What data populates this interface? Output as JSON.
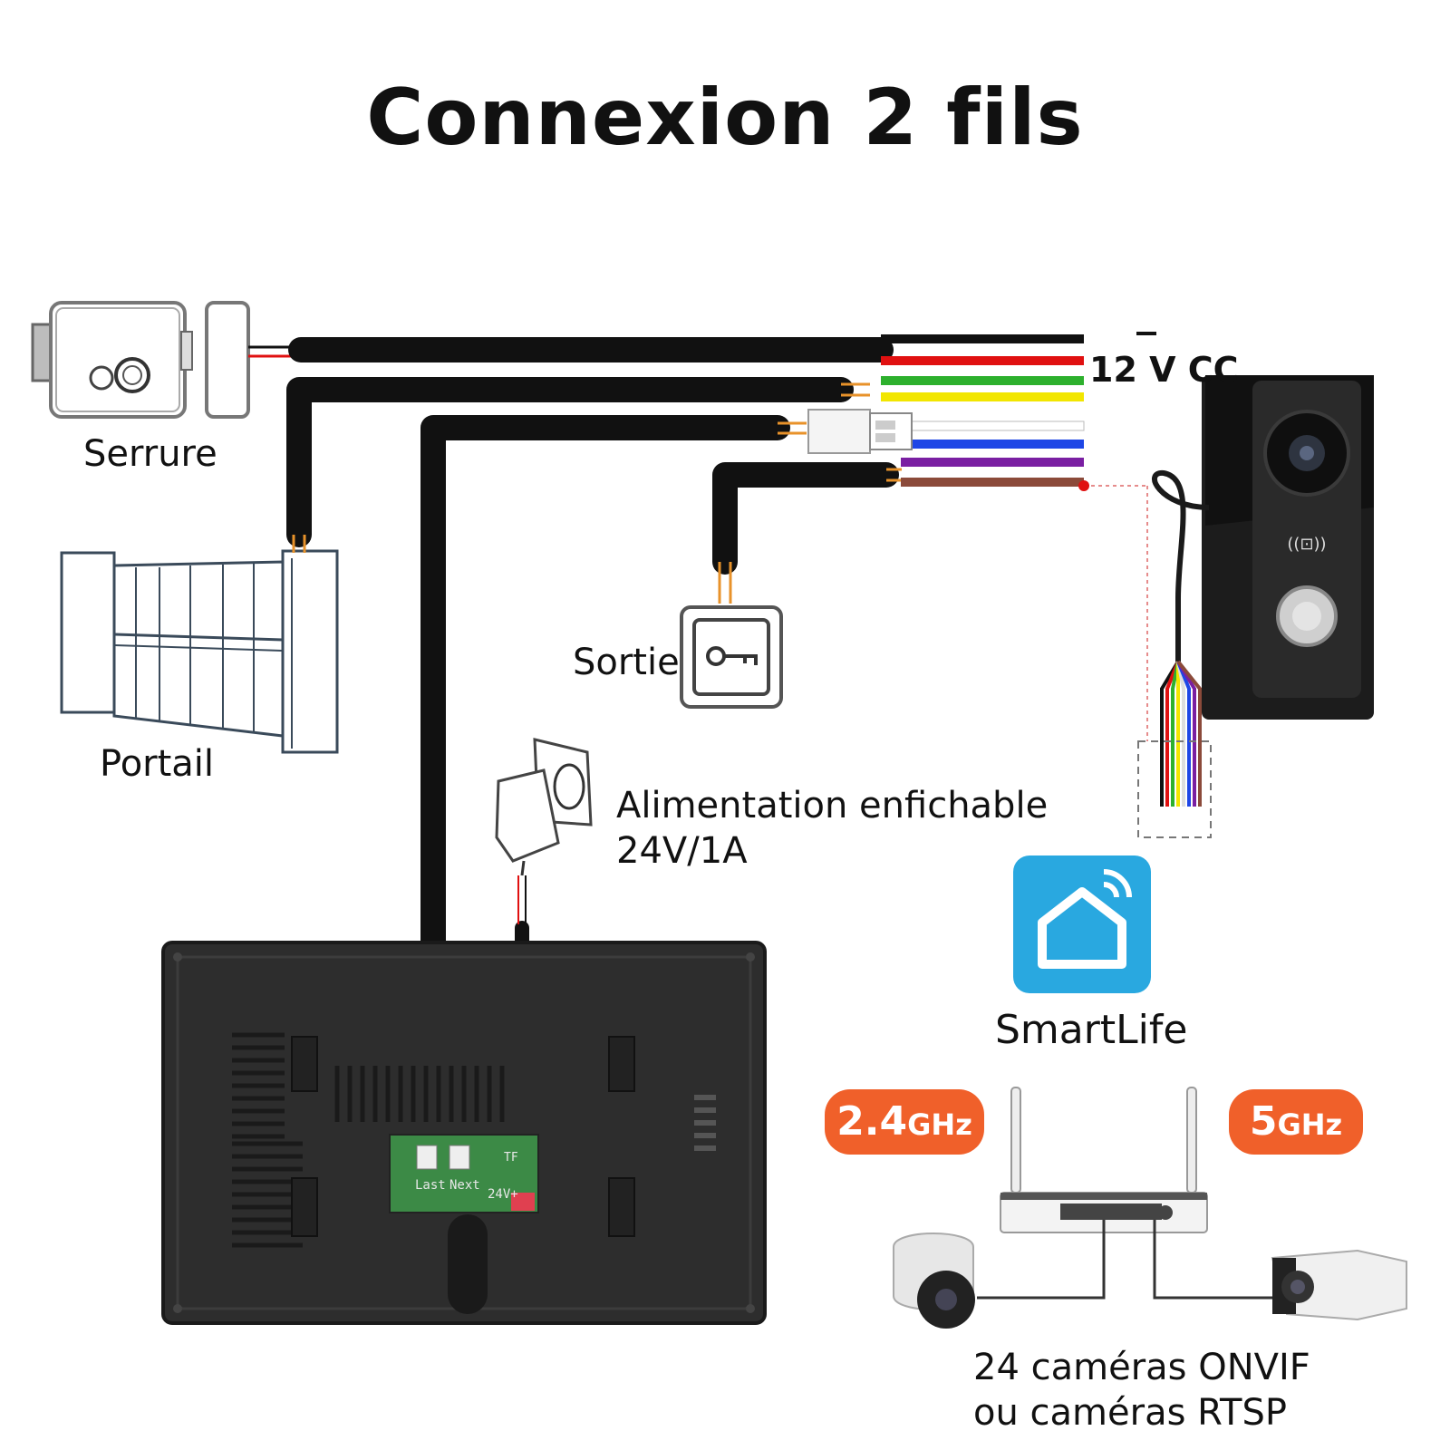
{
  "title": "Connexion 2 fils",
  "labels": {
    "serrure": "Serrure",
    "portail": "Portail",
    "sortie": "Sortie",
    "power_line1": "Alimentation enfichable",
    "power_line2": "24V/1A",
    "smartlife": "SmartLife",
    "cameras_line1": "24 caméras ONVIF",
    "cameras_line2": "ou caméras RTSP"
  },
  "voltage": {
    "value": "12 V CC"
  },
  "wifi_bands": [
    {
      "number": "2.4",
      "unit": "GHz"
    },
    {
      "number": "5",
      "unit": "GHz"
    }
  ],
  "monitor_board": {
    "last": "Last",
    "next": "Next",
    "power": "24V+",
    "tf": "TF"
  },
  "wire_colors": [
    "#111111",
    "#e01010",
    "#2db02d",
    "#f2e600",
    "#ffffff",
    "#1e46e6",
    "#7a1fa2",
    "#8b4a3a"
  ],
  "colors": {
    "accent": "#f0602a",
    "smartlife_blue": "#29a8e0"
  }
}
